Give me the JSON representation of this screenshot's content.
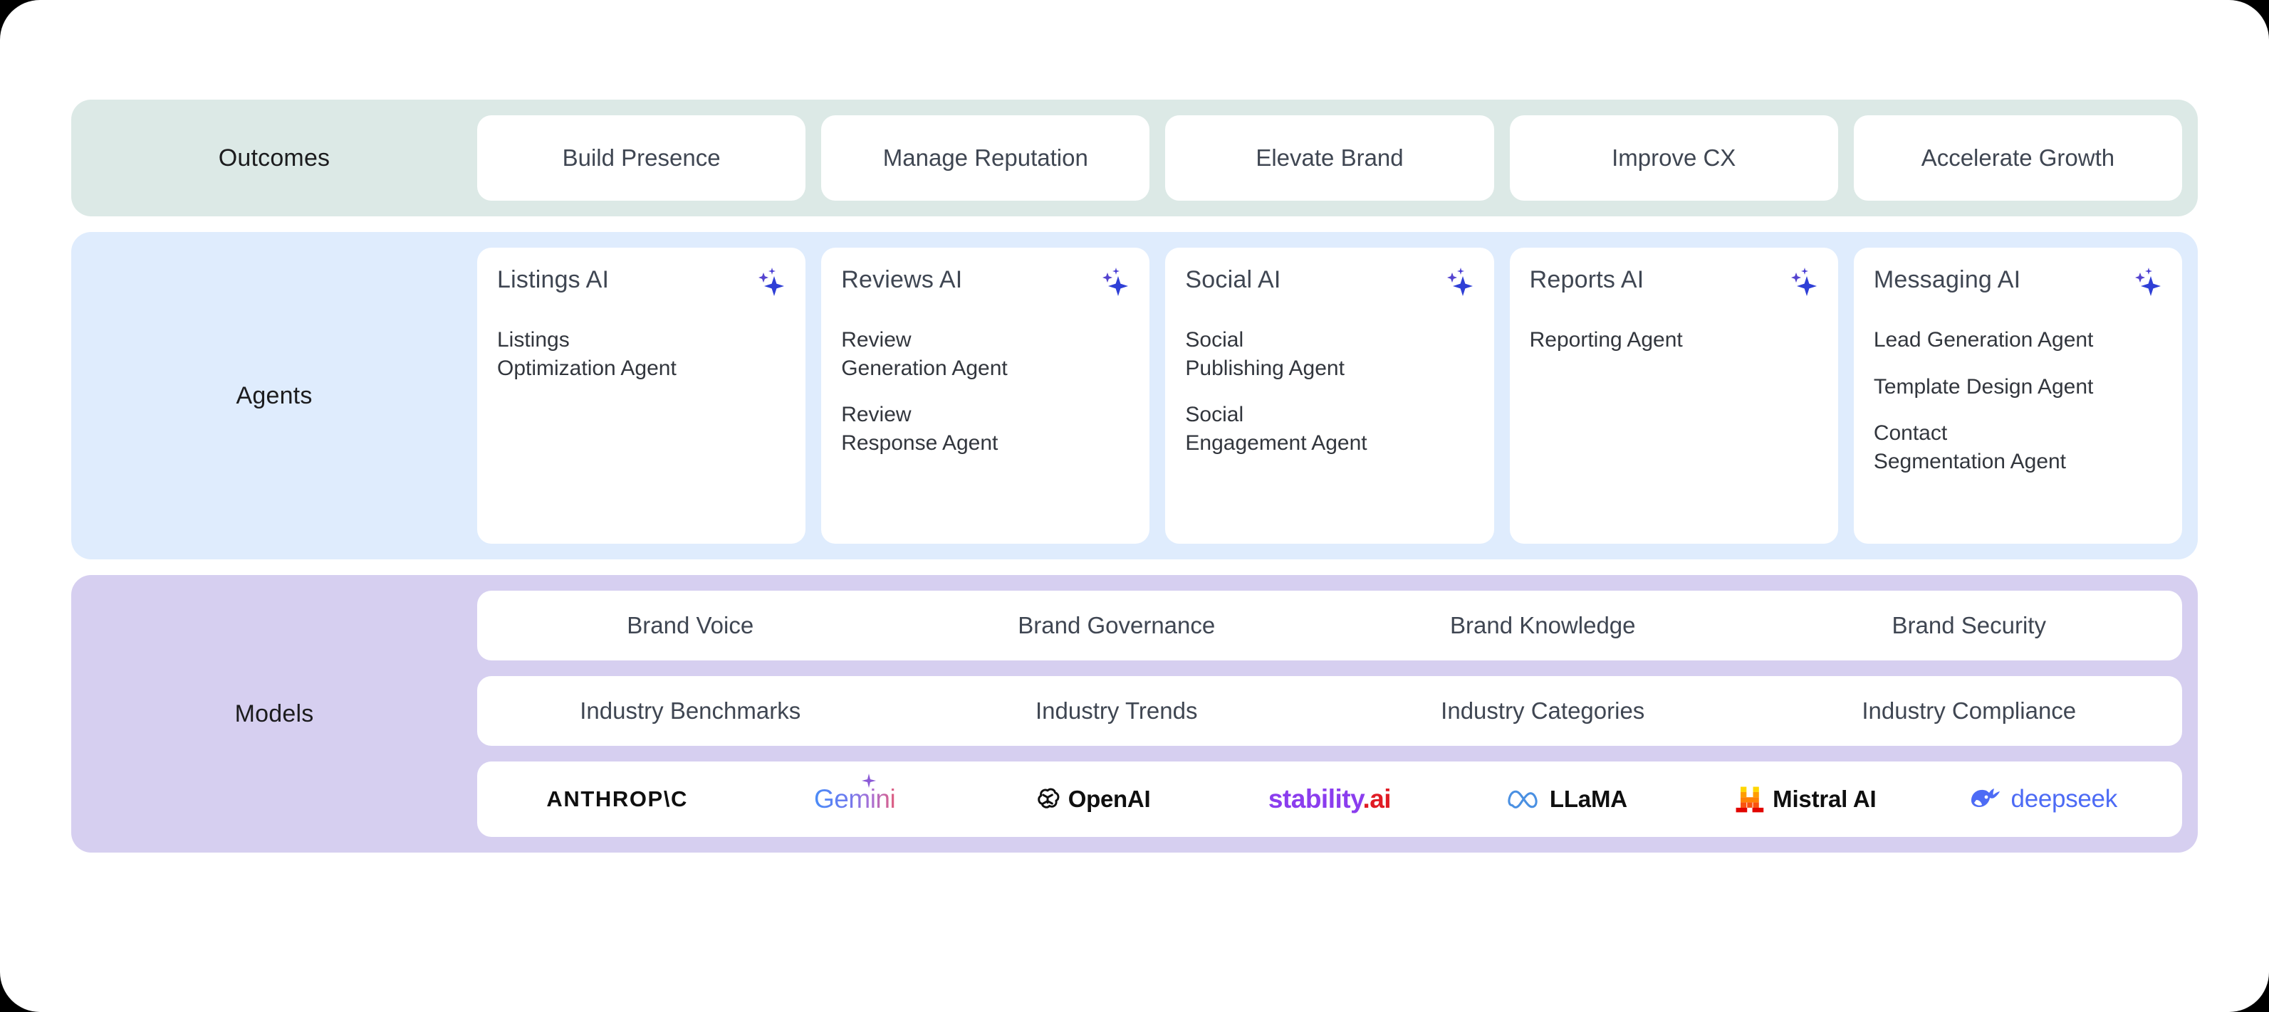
{
  "colors": {
    "outcomes_band": "#dce9e6",
    "agents_band": "#dfecfd",
    "models_band": "#d6cff0",
    "card": "#ffffff",
    "text": "#3f4652",
    "sparkle_blue": "#2f3fd6",
    "sparkle_purple": "#6d4fd0"
  },
  "outcomes": {
    "label": "Outcomes",
    "items": [
      "Build Presence",
      "Manage Reputation",
      "Elevate Brand",
      "Improve CX",
      "Accelerate Growth"
    ]
  },
  "agents": {
    "label": "Agents",
    "cards": [
      {
        "title": "Listings AI",
        "icon": "sparkle-icon",
        "items": [
          "Listings\nOptimization Agent"
        ]
      },
      {
        "title": "Reviews AI",
        "icon": "sparkle-icon",
        "items": [
          "Review\nGeneration Agent",
          "Review\nResponse Agent"
        ]
      },
      {
        "title": "Social AI",
        "icon": "sparkle-icon",
        "items": [
          "Social\nPublishing Agent",
          "Social\nEngagement Agent"
        ]
      },
      {
        "title": "Reports AI",
        "icon": "sparkle-icon",
        "items": [
          "Reporting Agent"
        ]
      },
      {
        "title": "Messaging AI",
        "icon": "sparkle-icon",
        "items": [
          "Lead Generation Agent",
          "Template Design Agent",
          "Contact\nSegmentation Agent"
        ]
      }
    ]
  },
  "models": {
    "label": "Models",
    "brand_row": [
      "Brand Voice",
      "Brand Governance",
      "Brand Knowledge",
      "Brand Security"
    ],
    "industry_row": [
      "Industry Benchmarks",
      "Industry Trends",
      "Industry Categories",
      "Industry Compliance"
    ],
    "providers": [
      {
        "name": "ANTHROP\\C",
        "icon": "anthropic-wordmark"
      },
      {
        "name": "Gemini",
        "icon": "gemini-sparkle-icon"
      },
      {
        "name": "OpenAI",
        "icon": "openai-knot-icon"
      },
      {
        "name": "stability",
        "suffix": ".ai",
        "icon": "stability-wordmark"
      },
      {
        "name": "LLaMA",
        "icon": "meta-infinity-icon"
      },
      {
        "name": "Mistral AI",
        "icon": "mistral-pixel-m-icon"
      },
      {
        "name": "deepseek",
        "icon": "deepseek-whale-icon"
      }
    ]
  }
}
